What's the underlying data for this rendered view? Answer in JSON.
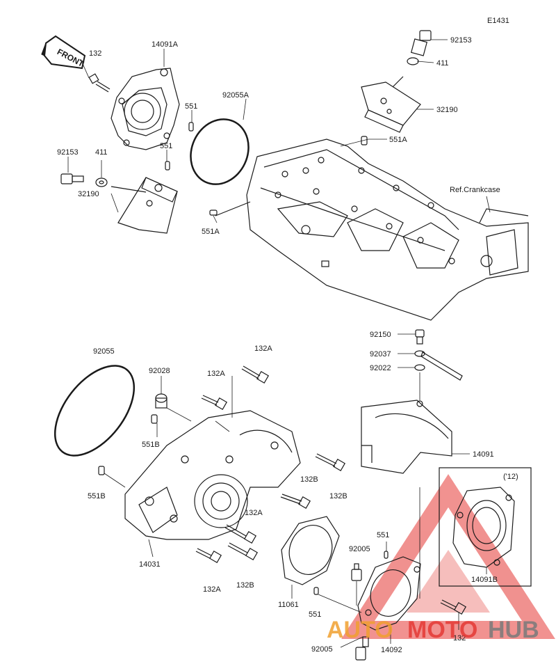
{
  "diagram_code": "E1431",
  "front_label": "FRONT",
  "crankcase_ref": "Ref.Crankcase",
  "variant_label": "('12)",
  "parts": {
    "p132_top": "132",
    "p14091A": "14091A",
    "p92055A": "92055A",
    "p551_a": "551",
    "p551_b": "551",
    "p92153_left": "92153",
    "p411_left": "411",
    "p32190_left": "32190",
    "p551A_left": "551A",
    "p92153_right": "92153",
    "p411_right": "411",
    "p32190_right": "32190",
    "p551A_right": "551A",
    "p92150": "92150",
    "p92037": "92037",
    "p92022": "92022",
    "p14091": "14091",
    "p92055": "92055",
    "p92028": "92028",
    "p132A_top": "132A",
    "p132A_mid": "132A",
    "p551B_top": "551B",
    "p551B_bot": "551B",
    "p132B_right": "132B",
    "p132B_mid": "132B",
    "p132A_low": "132A",
    "p132A_bot": "132A",
    "p132B_low": "132B",
    "p14031": "14031",
    "p11061": "11061",
    "p551_low": "551",
    "p551_mid": "551",
    "p92005_a": "92005",
    "p92005_b": "92005",
    "p14092": "14092",
    "p132_bot": "132",
    "p14091B": "14091B"
  },
  "watermark": {
    "part1": "AUTO",
    "part2": "MOTO",
    "part3": "HUB"
  },
  "colors": {
    "line": "#1a1a1a",
    "watermark_red": "#e53935",
    "watermark_orange": "#f0a030",
    "watermark_gray": "#7a7a7a"
  }
}
